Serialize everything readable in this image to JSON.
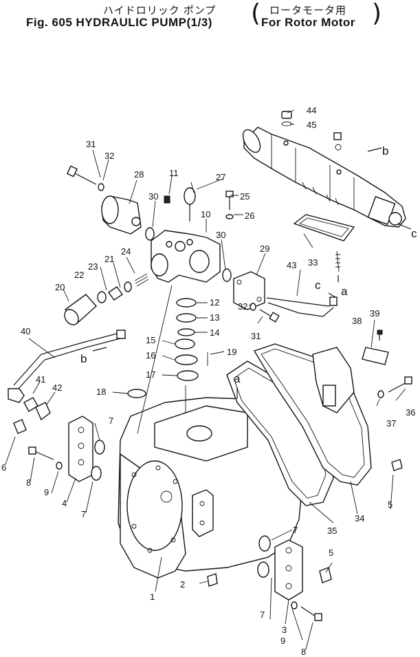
{
  "header": {
    "title_jp": "ハイドロリック ポンプ",
    "title_en": "Fig. 605 HYDRAULIC PUMP(1/3)",
    "subtitle_jp": "ロータモータ用",
    "subtitle_en": "For Rotor Motor",
    "paren_open": "(",
    "paren_close": ")"
  },
  "callouts": {
    "c1": "1",
    "c2": "2",
    "c3": "3",
    "c4": "4",
    "c5a": "5",
    "c5b": "5",
    "c6": "6",
    "c7a": "7",
    "c7b": "7",
    "c7c": "7",
    "c7d": "7",
    "c8a": "8",
    "c8b": "8",
    "c9a": "9",
    "c9b": "9",
    "c10": "10",
    "c11": "11",
    "c12": "12",
    "c13": "13",
    "c14": "14",
    "c15": "15",
    "c16": "16",
    "c17": "17",
    "c18": "18",
    "c19": "19",
    "c20": "20",
    "c21": "21",
    "c22": "22",
    "c23": "23",
    "c24": "24",
    "c25": "25",
    "c26": "26",
    "c27": "27",
    "c28": "28",
    "c29": "29",
    "c30a": "30",
    "c30b": "30",
    "c31a": "31",
    "c31b": "31",
    "c32a": "32",
    "c32b": "32",
    "c33": "33",
    "c34": "34",
    "c35": "35",
    "c36": "36",
    "c37": "37",
    "c38": "38",
    "c39": "39",
    "c40": "40",
    "c41": "41",
    "c42": "42",
    "c43": "43",
    "c44": "44",
    "c45": "45"
  },
  "refs": {
    "a1": "a",
    "a2": "a",
    "b1": "b",
    "b2": "b",
    "c1": "c",
    "c2": "c"
  }
}
